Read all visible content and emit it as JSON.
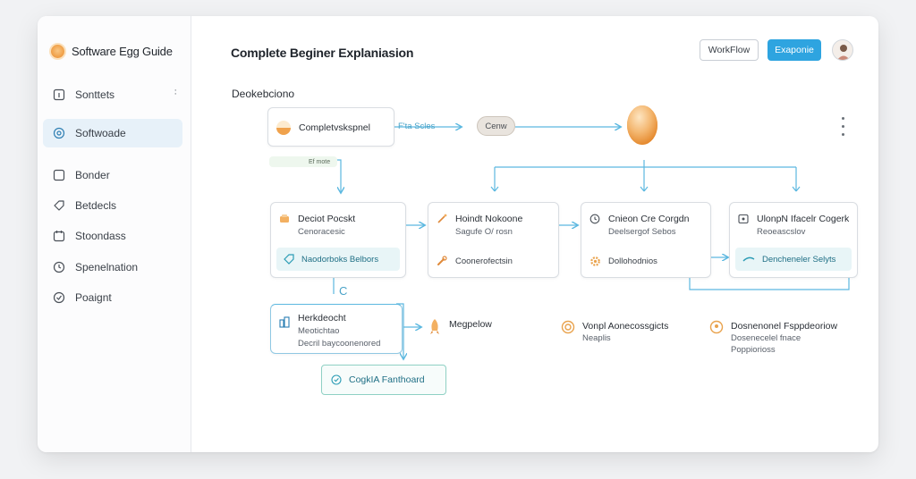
{
  "app": {
    "title": "Software Egg Guide",
    "accent": "#2ea4e0",
    "egg_color": "#f0a24c",
    "connector_color": "#5cb8e0"
  },
  "sidebar": {
    "items": [
      {
        "label": "Sonttets",
        "icon": "info-icon"
      },
      {
        "label": "Softwoade",
        "icon": "settings-icon",
        "active": true
      },
      {
        "label": "Bonder",
        "icon": "square-icon"
      },
      {
        "label": "Betdecls",
        "icon": "tag-icon"
      },
      {
        "label": "Stoondass",
        "icon": "calendar-icon"
      },
      {
        "label": "Spenelnation",
        "icon": "clock-icon"
      },
      {
        "label": "Poaignt",
        "icon": "check-circle-icon"
      }
    ]
  },
  "header": {
    "title": "Complete Beginer Explaniasion",
    "workflow_button": "WorkFlow",
    "primary_button": "Exaponie"
  },
  "diagram": {
    "section_label": "Deokebciono",
    "start_node": {
      "label": "Completvskspnel"
    },
    "edge_label": "F'ta Scles",
    "pill_label": "Cenw",
    "branch_label": "Ef mote",
    "cards": [
      {
        "title": "Deciot Pocskt",
        "subtitle": "Cenoracesic",
        "chip": "Naodorboks Belbors"
      },
      {
        "title": "Hoindt Nokoone",
        "subtitle": "Sagufe O/ rosn",
        "row": "Coonerofectsin"
      },
      {
        "title": "Cnieon Cre Corgdn",
        "subtitle": "Deelsergof Sebos",
        "row": "Dollohodnios"
      },
      {
        "title": "UlonpN Ifacelr Cogerk",
        "subtitle": "Reoeascslov",
        "chip": "Dencheneler Selyts"
      }
    ],
    "sub_card": {
      "title": "Herkdeocht",
      "line1": "Meotichtao",
      "line2": "Decril baycoonenored"
    },
    "c_label": "C",
    "cta_label": "CogkIA Fanthoard",
    "features": [
      {
        "title": "Megpelow",
        "sub": ""
      },
      {
        "title": "Vonpl Aonecossgicts",
        "sub": "Neaplis"
      },
      {
        "title": "Dosnenonel Fsppdeoriow",
        "sub": "Dosenecelel fnace",
        "sub2": "Poppiorioss"
      }
    ]
  }
}
